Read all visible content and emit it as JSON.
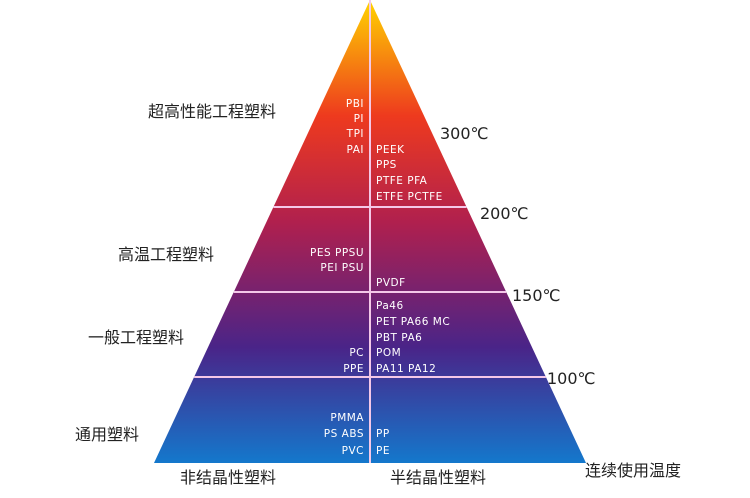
{
  "categories": [
    "超高性能工程塑料",
    "高温工程塑料",
    "一般工程塑料",
    "通用塑料"
  ],
  "temperatures": [
    "300℃",
    "200℃",
    "150℃",
    "100℃"
  ],
  "bottom_labels": {
    "amorphous": "非结晶性塑料",
    "semi_crystalline": "半结晶性塑料",
    "axis": "连续使用温度"
  },
  "tiers": [
    {
      "amorphous": [
        "PBI",
        "PI",
        "TPI",
        "PAI"
      ],
      "semi_crystalline": [
        "PEEK",
        "PPS",
        "PTFE  PFA",
        "ETFE  PCTFE"
      ]
    },
    {
      "amorphous": [
        "PES  PPSU",
        "PEI  PSU"
      ],
      "semi_crystalline": [
        "PVDF"
      ]
    },
    {
      "amorphous": [
        "PC",
        "PPE"
      ],
      "semi_crystalline": [
        "Pa46",
        "PET  PA66  MC",
        "PBT  PA6",
        "POM",
        "PA11  PA12"
      ]
    },
    {
      "amorphous": [
        "PMMA",
        "PS ABS",
        "PVC"
      ],
      "semi_crystalline": [
        "PP",
        "PE"
      ]
    }
  ],
  "colors": {
    "top": "#ffd400",
    "upper": "#ee3a1e",
    "middle": "#b0204e",
    "lower": "#4a2488",
    "bottom": "#1478cc",
    "divider": "#f4c8e8"
  }
}
